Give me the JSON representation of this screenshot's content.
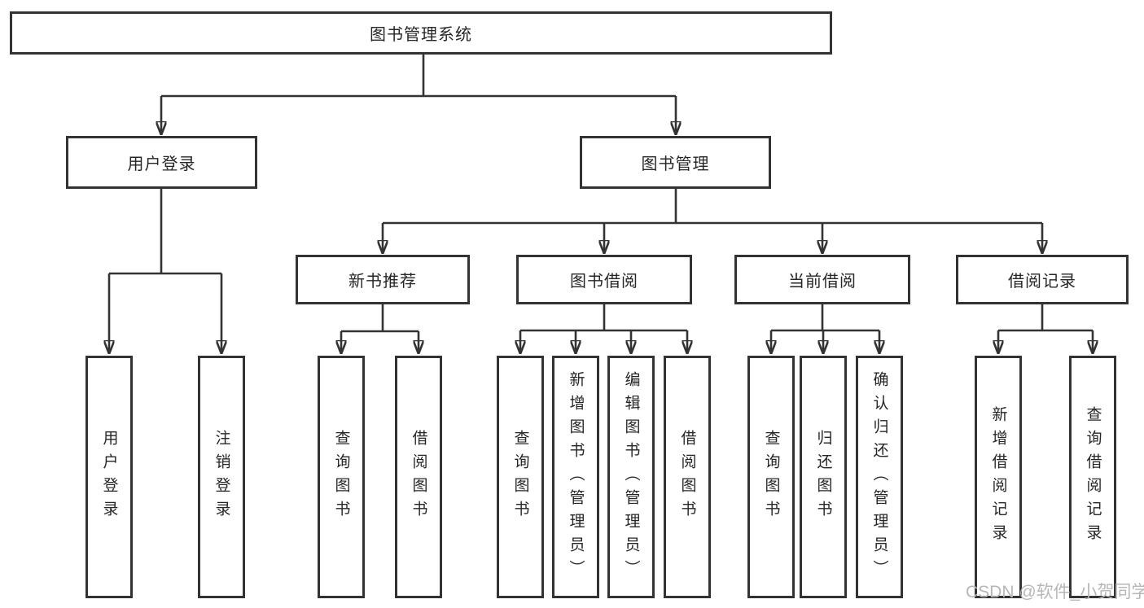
{
  "diagram_title": "图书管理系统",
  "watermark": "CSDN @软件_小贺同学",
  "colors": {
    "line": "#333333",
    "text": "#262626",
    "watermark": "#b7b7b7",
    "background": "#ffffff"
  },
  "root": {
    "label": "图书管理系统"
  },
  "branches": [
    {
      "label": "用户登录",
      "children": [
        {
          "label": "用户登录"
        },
        {
          "label": "注销登录"
        }
      ]
    },
    {
      "label": "图书管理",
      "children": [
        {
          "label": "新书推荐",
          "children": [
            {
              "label": "查询图书"
            },
            {
              "label": "借阅图书"
            }
          ]
        },
        {
          "label": "图书借阅",
          "children": [
            {
              "label": "查询图书"
            },
            {
              "label": "新增图书（管理员）"
            },
            {
              "label": "编辑图书（管理员）"
            },
            {
              "label": "借阅图书"
            }
          ]
        },
        {
          "label": "当前借阅",
          "children": [
            {
              "label": "查询图书"
            },
            {
              "label": "归还图书"
            },
            {
              "label": "确认归还（管理员）"
            }
          ]
        },
        {
          "label": "借阅记录",
          "children": [
            {
              "label": "新增借阅记录"
            },
            {
              "label": "查询借阅记录"
            }
          ]
        }
      ]
    }
  ]
}
